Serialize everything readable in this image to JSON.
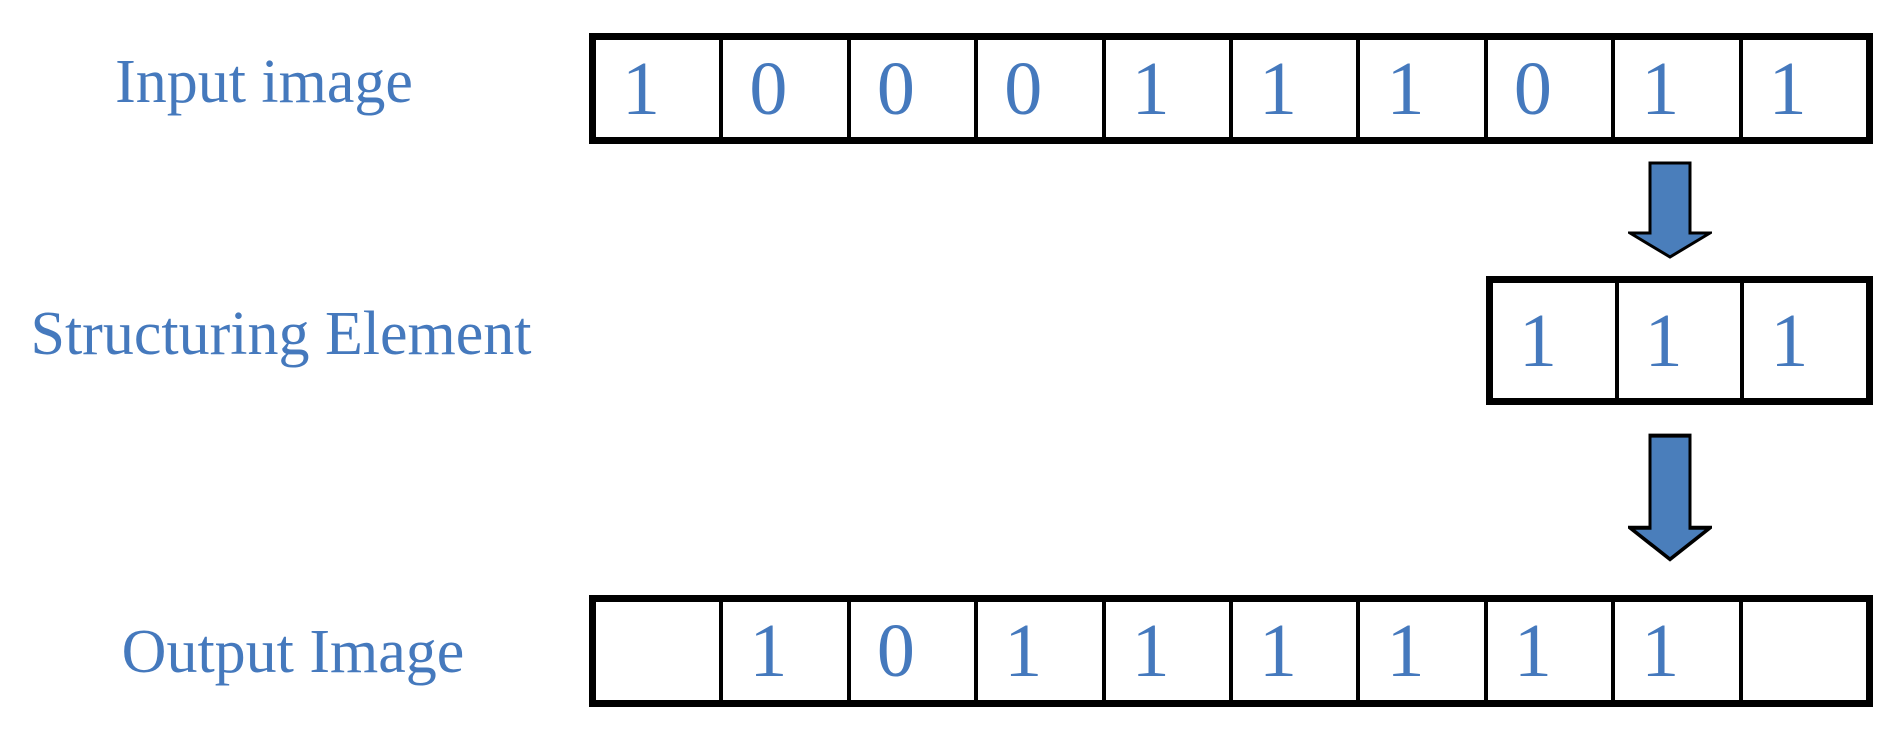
{
  "diagram": {
    "rows": {
      "input": {
        "label": "Input image",
        "cells": [
          "1",
          "0",
          "0",
          "0",
          "1",
          "1",
          "1",
          "0",
          "1",
          "1"
        ]
      },
      "structuring": {
        "label": "Structuring Element",
        "cells": [
          "1",
          "1",
          "1"
        ]
      },
      "output": {
        "label": "Output Image",
        "cells": [
          "",
          "1",
          "0",
          "1",
          "1",
          "1",
          "1",
          "1",
          "1",
          ""
        ]
      }
    },
    "icons": {
      "arrow_top": "down-arrow",
      "arrow_bottom": "down-arrow"
    },
    "colors": {
      "text_blue": "#4579BD",
      "arrow_fill": "#4A7EBB",
      "grid_border": "#000000",
      "background": "#FFFFFF"
    }
  }
}
